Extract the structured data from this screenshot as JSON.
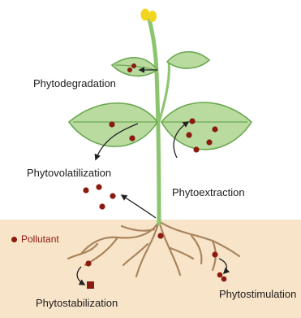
{
  "labels": {
    "phytodegradation": "Phytodegradation",
    "phytovolatilization": "Phytovolatilization",
    "phytoextraction": "Phytoextraction",
    "phytostabilization": "Phytostabilization",
    "phytostimulation": "Phytostimulation"
  },
  "legend": {
    "pollutant": "Pollutant"
  },
  "colors": {
    "soil": "#f8e4c8",
    "leaf_fill": "#b9dba0",
    "leaf_stroke": "#6aa84f",
    "stem": "#8cc56e",
    "root": "#a8855e",
    "pollutant": "#8b1a10",
    "flower": "#f2d51f"
  }
}
